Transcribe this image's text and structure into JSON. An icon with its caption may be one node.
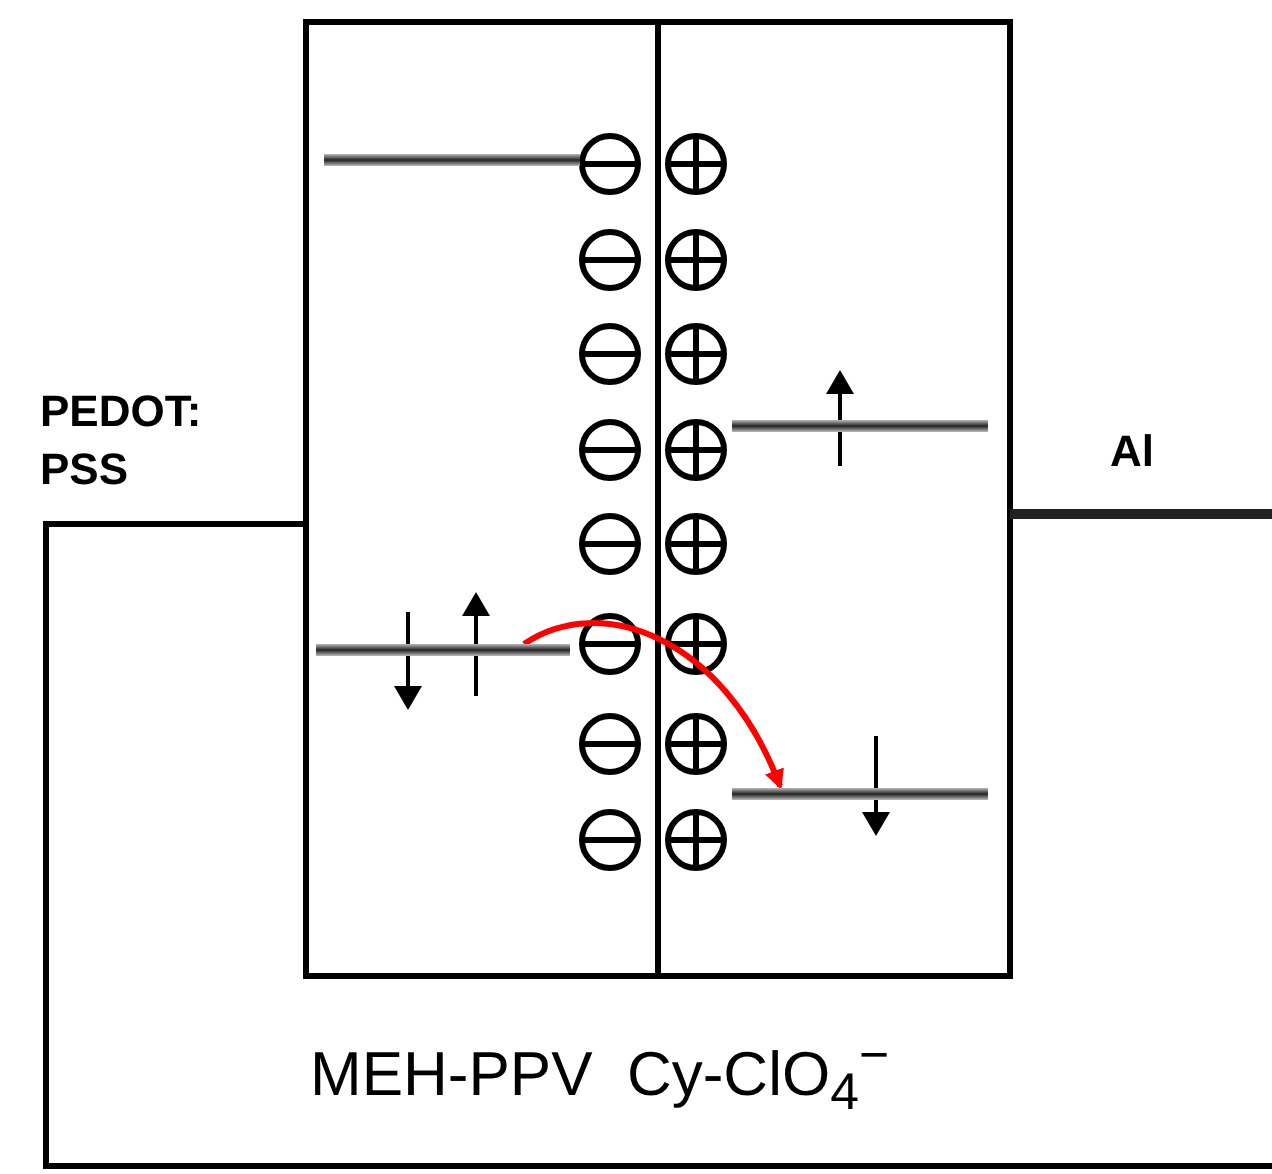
{
  "diagram": {
    "nodes": [
      {
        "text": [],
        "shape": "bar"
      },
      {
        "text": [],
        "shape": "bar"
      },
      {
        "text": [],
        "shape": "bar"
      },
      {
        "text": [],
        "shape": "bar"
      }
    ],
    "edges": [
      {
        "from": 2,
        "to": 3,
        "arrow": "to",
        "color": "#ff0000"
      }
    ],
    "labels": [
      "PEDOT: PSS",
      "Al",
      "MEH-PPV  Cy-ClO$_{4}$$^{−}$"
    ]
  }
}
